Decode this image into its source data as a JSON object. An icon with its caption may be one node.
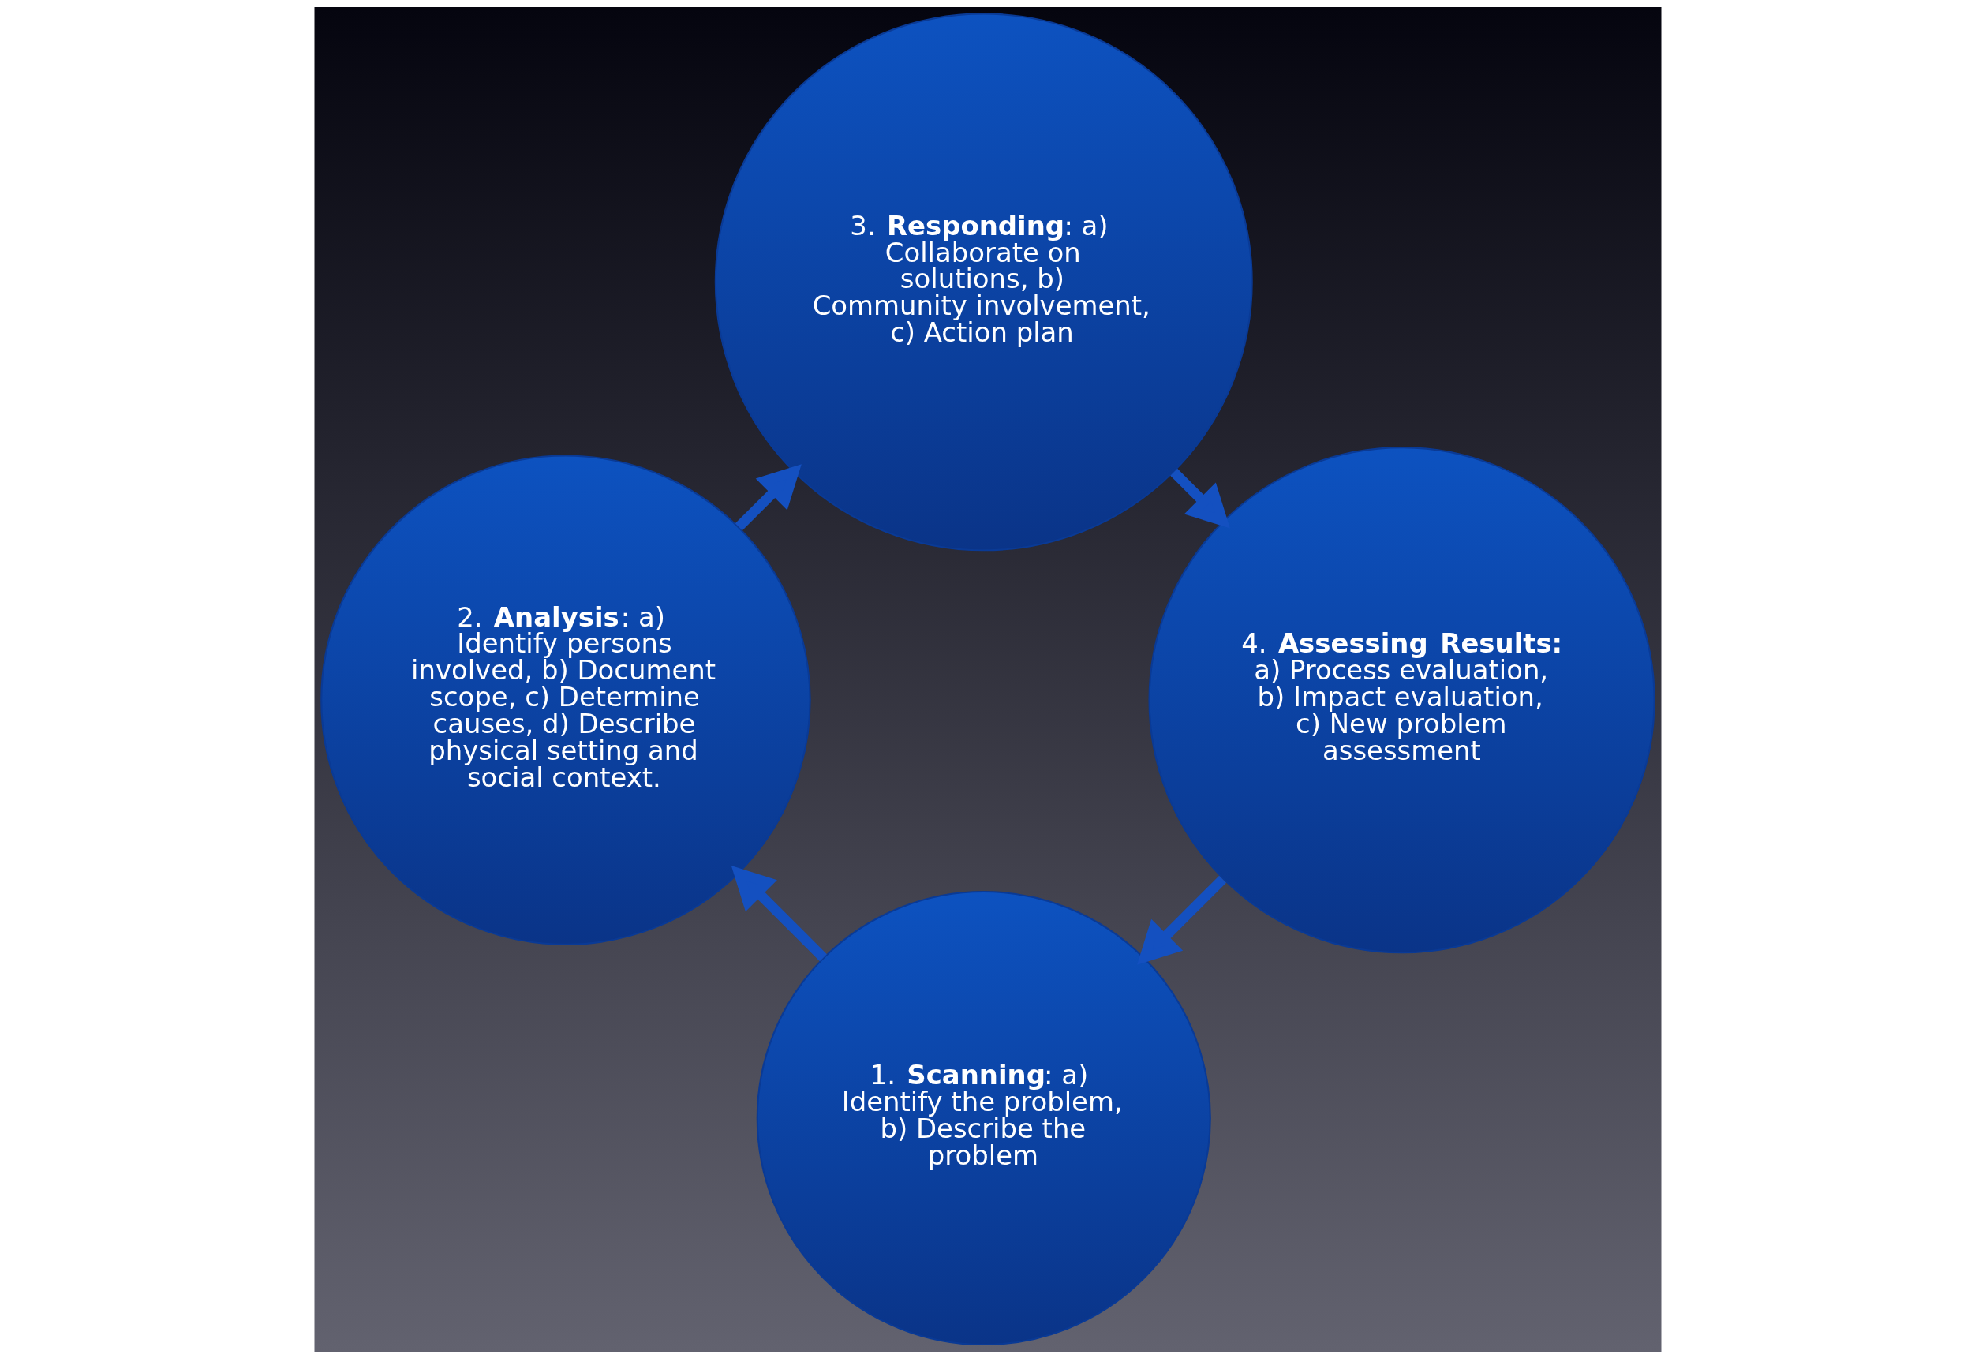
{
  "diagram": {
    "nodes": [
      {
        "text": [
          "1. **Scanning**: a) Identify the problem, b) Describe the problem"
        ]
      },
      {
        "text": [
          "2. **Analysis**: a) Identify persons involved, b) Document scope, c) Determine causes, d) Describe physical setting and social context."
        ]
      },
      {
        "text": [
          "3. **Responding**: a) Collaborate on solutions, b) Community involvement, c) Action plan"
        ]
      },
      {
        "text": [
          "4. **Assessing Results:** a) Process evaluation, b) Impact evaluation, c) New problem assessment"
        ]
      }
    ],
    "edges": [
      {
        "from": 0,
        "to": 1,
        "arrow": "to"
      },
      {
        "from": 1,
        "to": 2,
        "arrow": "to"
      },
      {
        "from": 2,
        "to": 3,
        "arrow": "to"
      },
      {
        "from": 3,
        "to": 0,
        "arrow": "to"
      }
    ]
  }
}
